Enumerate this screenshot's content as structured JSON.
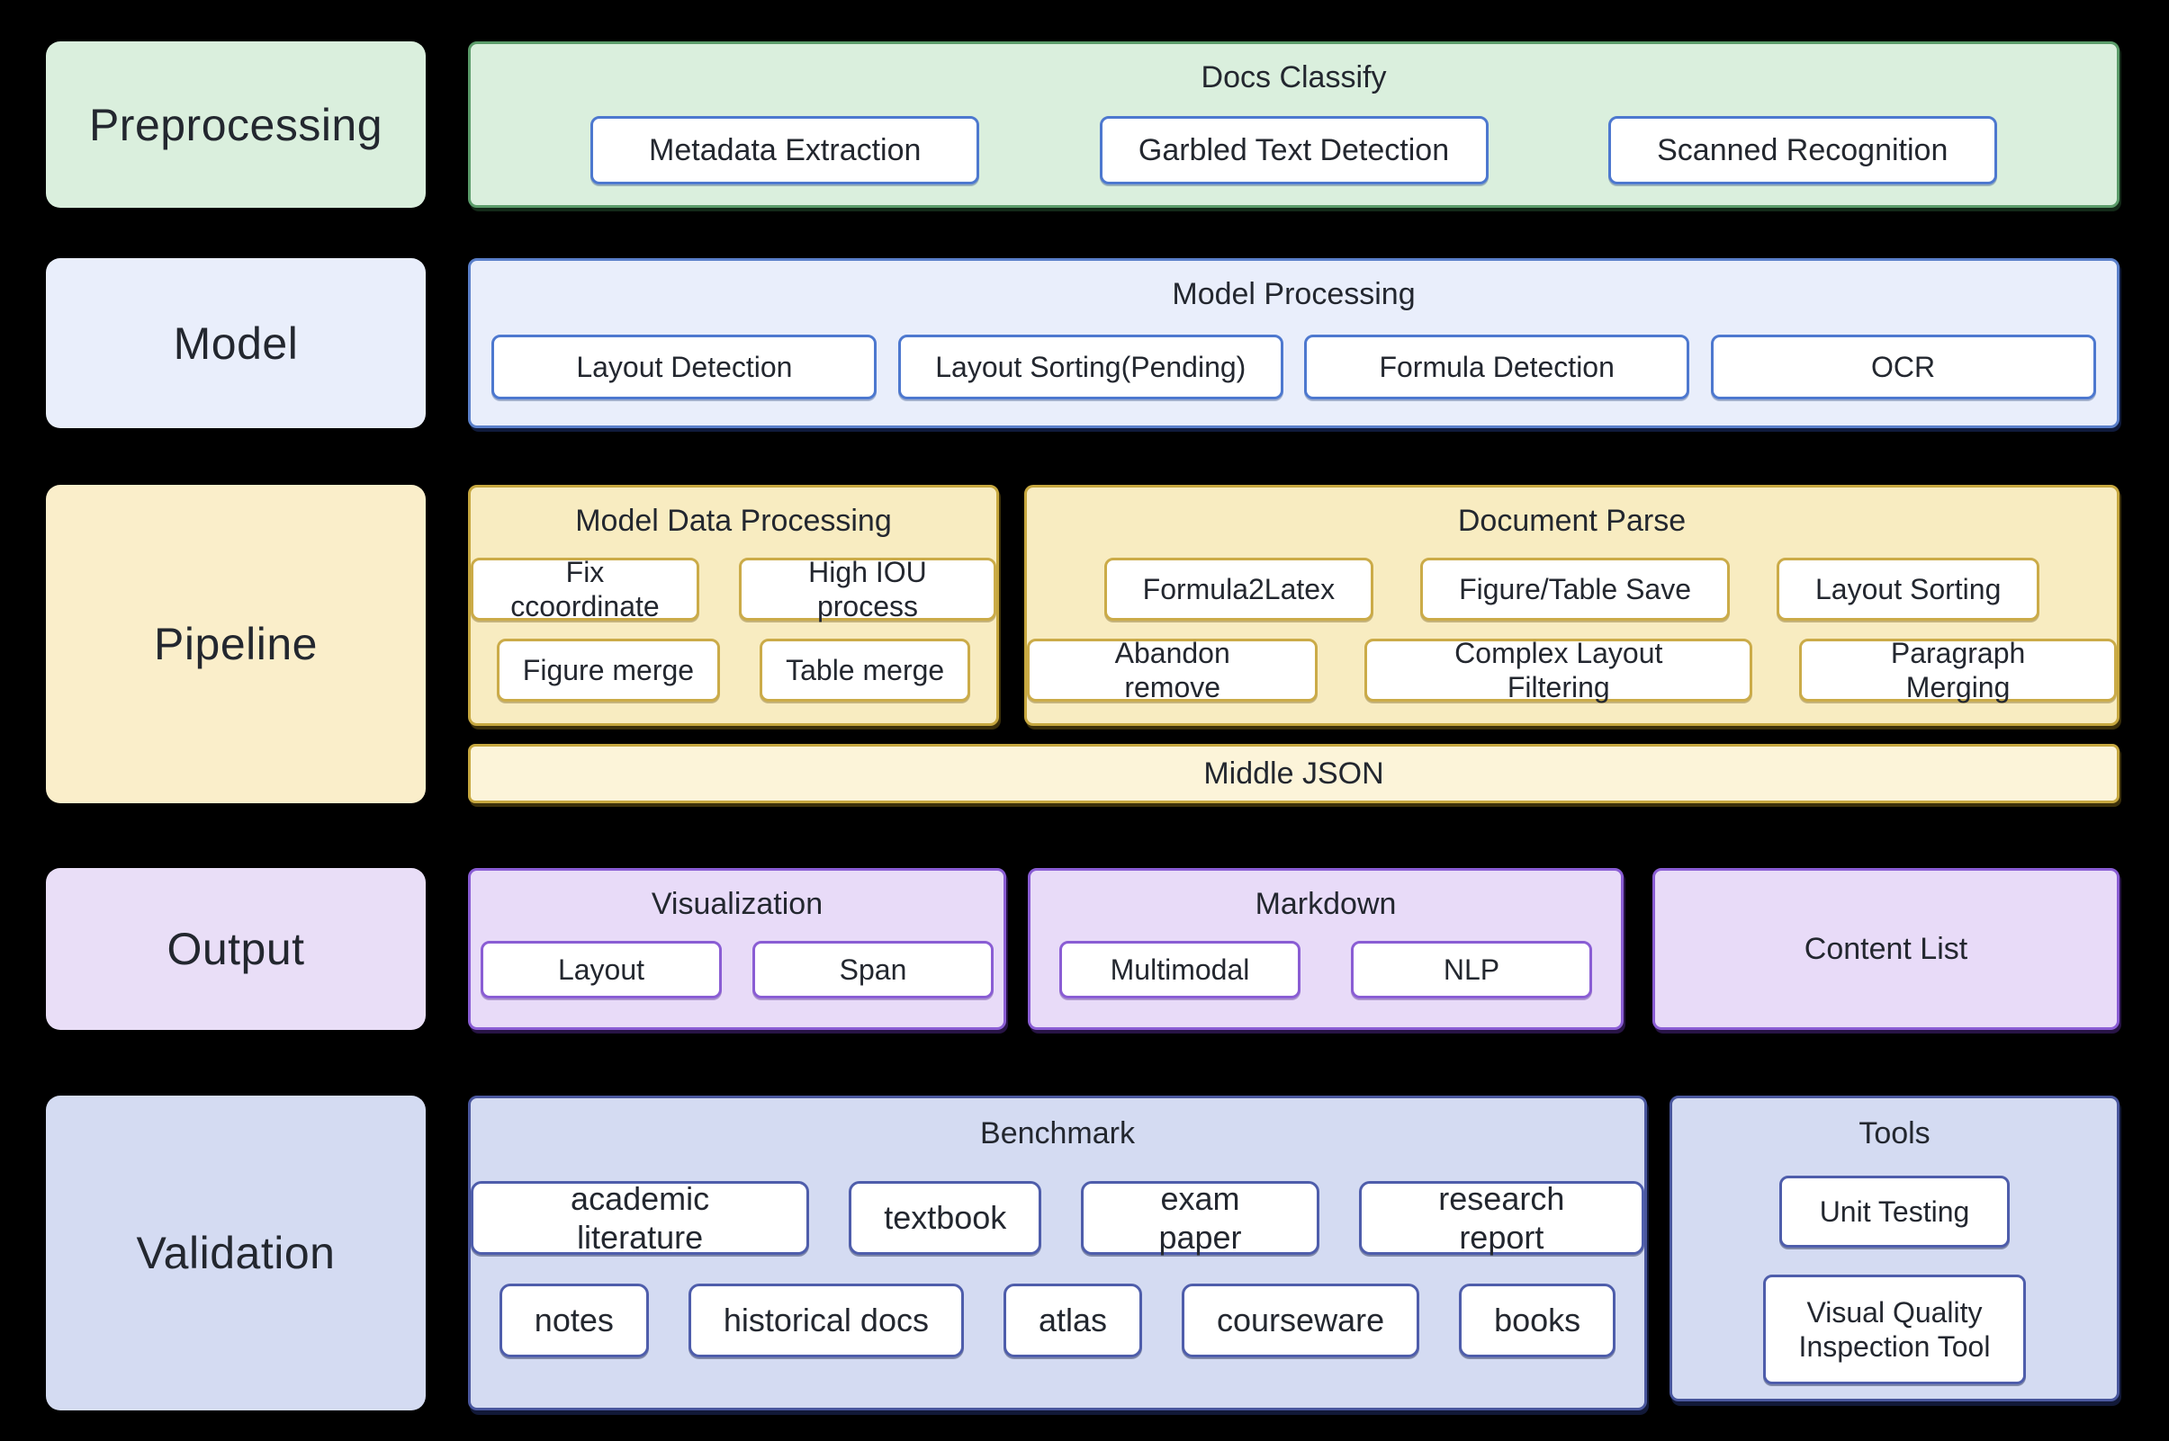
{
  "colors": {
    "background": "#000000",
    "text": "#23272f",
    "button-bg": "#ffffff",
    "green-fill": "#daefdd",
    "green-border": "#5b9c6a",
    "blue-btn": "#4d78cf",
    "blue-fill": "#e9eefb",
    "blue-border": "#5b80ca",
    "yellow-label": "#faeeca",
    "yellow-fill": "#f8ecc1",
    "yellow-light": "#fcf4d9",
    "yellow-border": "#c6a73f",
    "yellow-btn": "#cbab48",
    "purple-label": "#e9def7",
    "purple-fill": "#e8dbf8",
    "purple-border": "#8a5dd4",
    "peri-fill": "#d4dbf2",
    "peri-border": "#4a579e",
    "peri-btn": "#4e5dab"
  },
  "rows": {
    "preprocessing": {
      "label": "Preprocessing",
      "docs_classify": {
        "title": "Docs Classify",
        "buttons": [
          "Metadata Extraction",
          "Garbled Text Detection",
          "Scanned Recognition"
        ]
      }
    },
    "model": {
      "label": "Model",
      "model_processing": {
        "title": "Model Processing",
        "buttons": [
          "Layout Detection",
          "Layout Sorting(Pending)",
          "Formula Detection",
          "OCR"
        ]
      }
    },
    "pipeline": {
      "label": "Pipeline",
      "model_data_processing": {
        "title": "Model Data Processing",
        "row1": [
          "Fix ccoordinate",
          "High IOU process"
        ],
        "row2": [
          "Figure merge",
          "Table merge"
        ]
      },
      "document_parse": {
        "title": "Document Parse",
        "row1": [
          "Formula2Latex",
          "Figure/Table Save",
          "Layout Sorting"
        ],
        "row2": [
          "Abandon remove",
          "Complex Layout Filtering",
          "Paragraph Merging"
        ]
      },
      "middle_json": {
        "title": "Middle JSON"
      }
    },
    "output": {
      "label": "Output",
      "visualization": {
        "title": "Visualization",
        "buttons": [
          "Layout",
          "Span"
        ]
      },
      "markdown": {
        "title": "Markdown",
        "buttons": [
          "Multimodal",
          "NLP"
        ]
      },
      "content_list": {
        "title": "Content List"
      }
    },
    "validation": {
      "label": "Validation",
      "benchmark": {
        "title": "Benchmark",
        "row1": [
          "academic literature",
          "textbook",
          "exam paper",
          "research report"
        ],
        "row2": [
          "notes",
          "historical docs",
          "atlas",
          "courseware",
          "books"
        ]
      },
      "tools": {
        "title": "Tools",
        "buttons": [
          "Unit Testing",
          "Visual Quality Inspection Tool"
        ]
      }
    }
  }
}
